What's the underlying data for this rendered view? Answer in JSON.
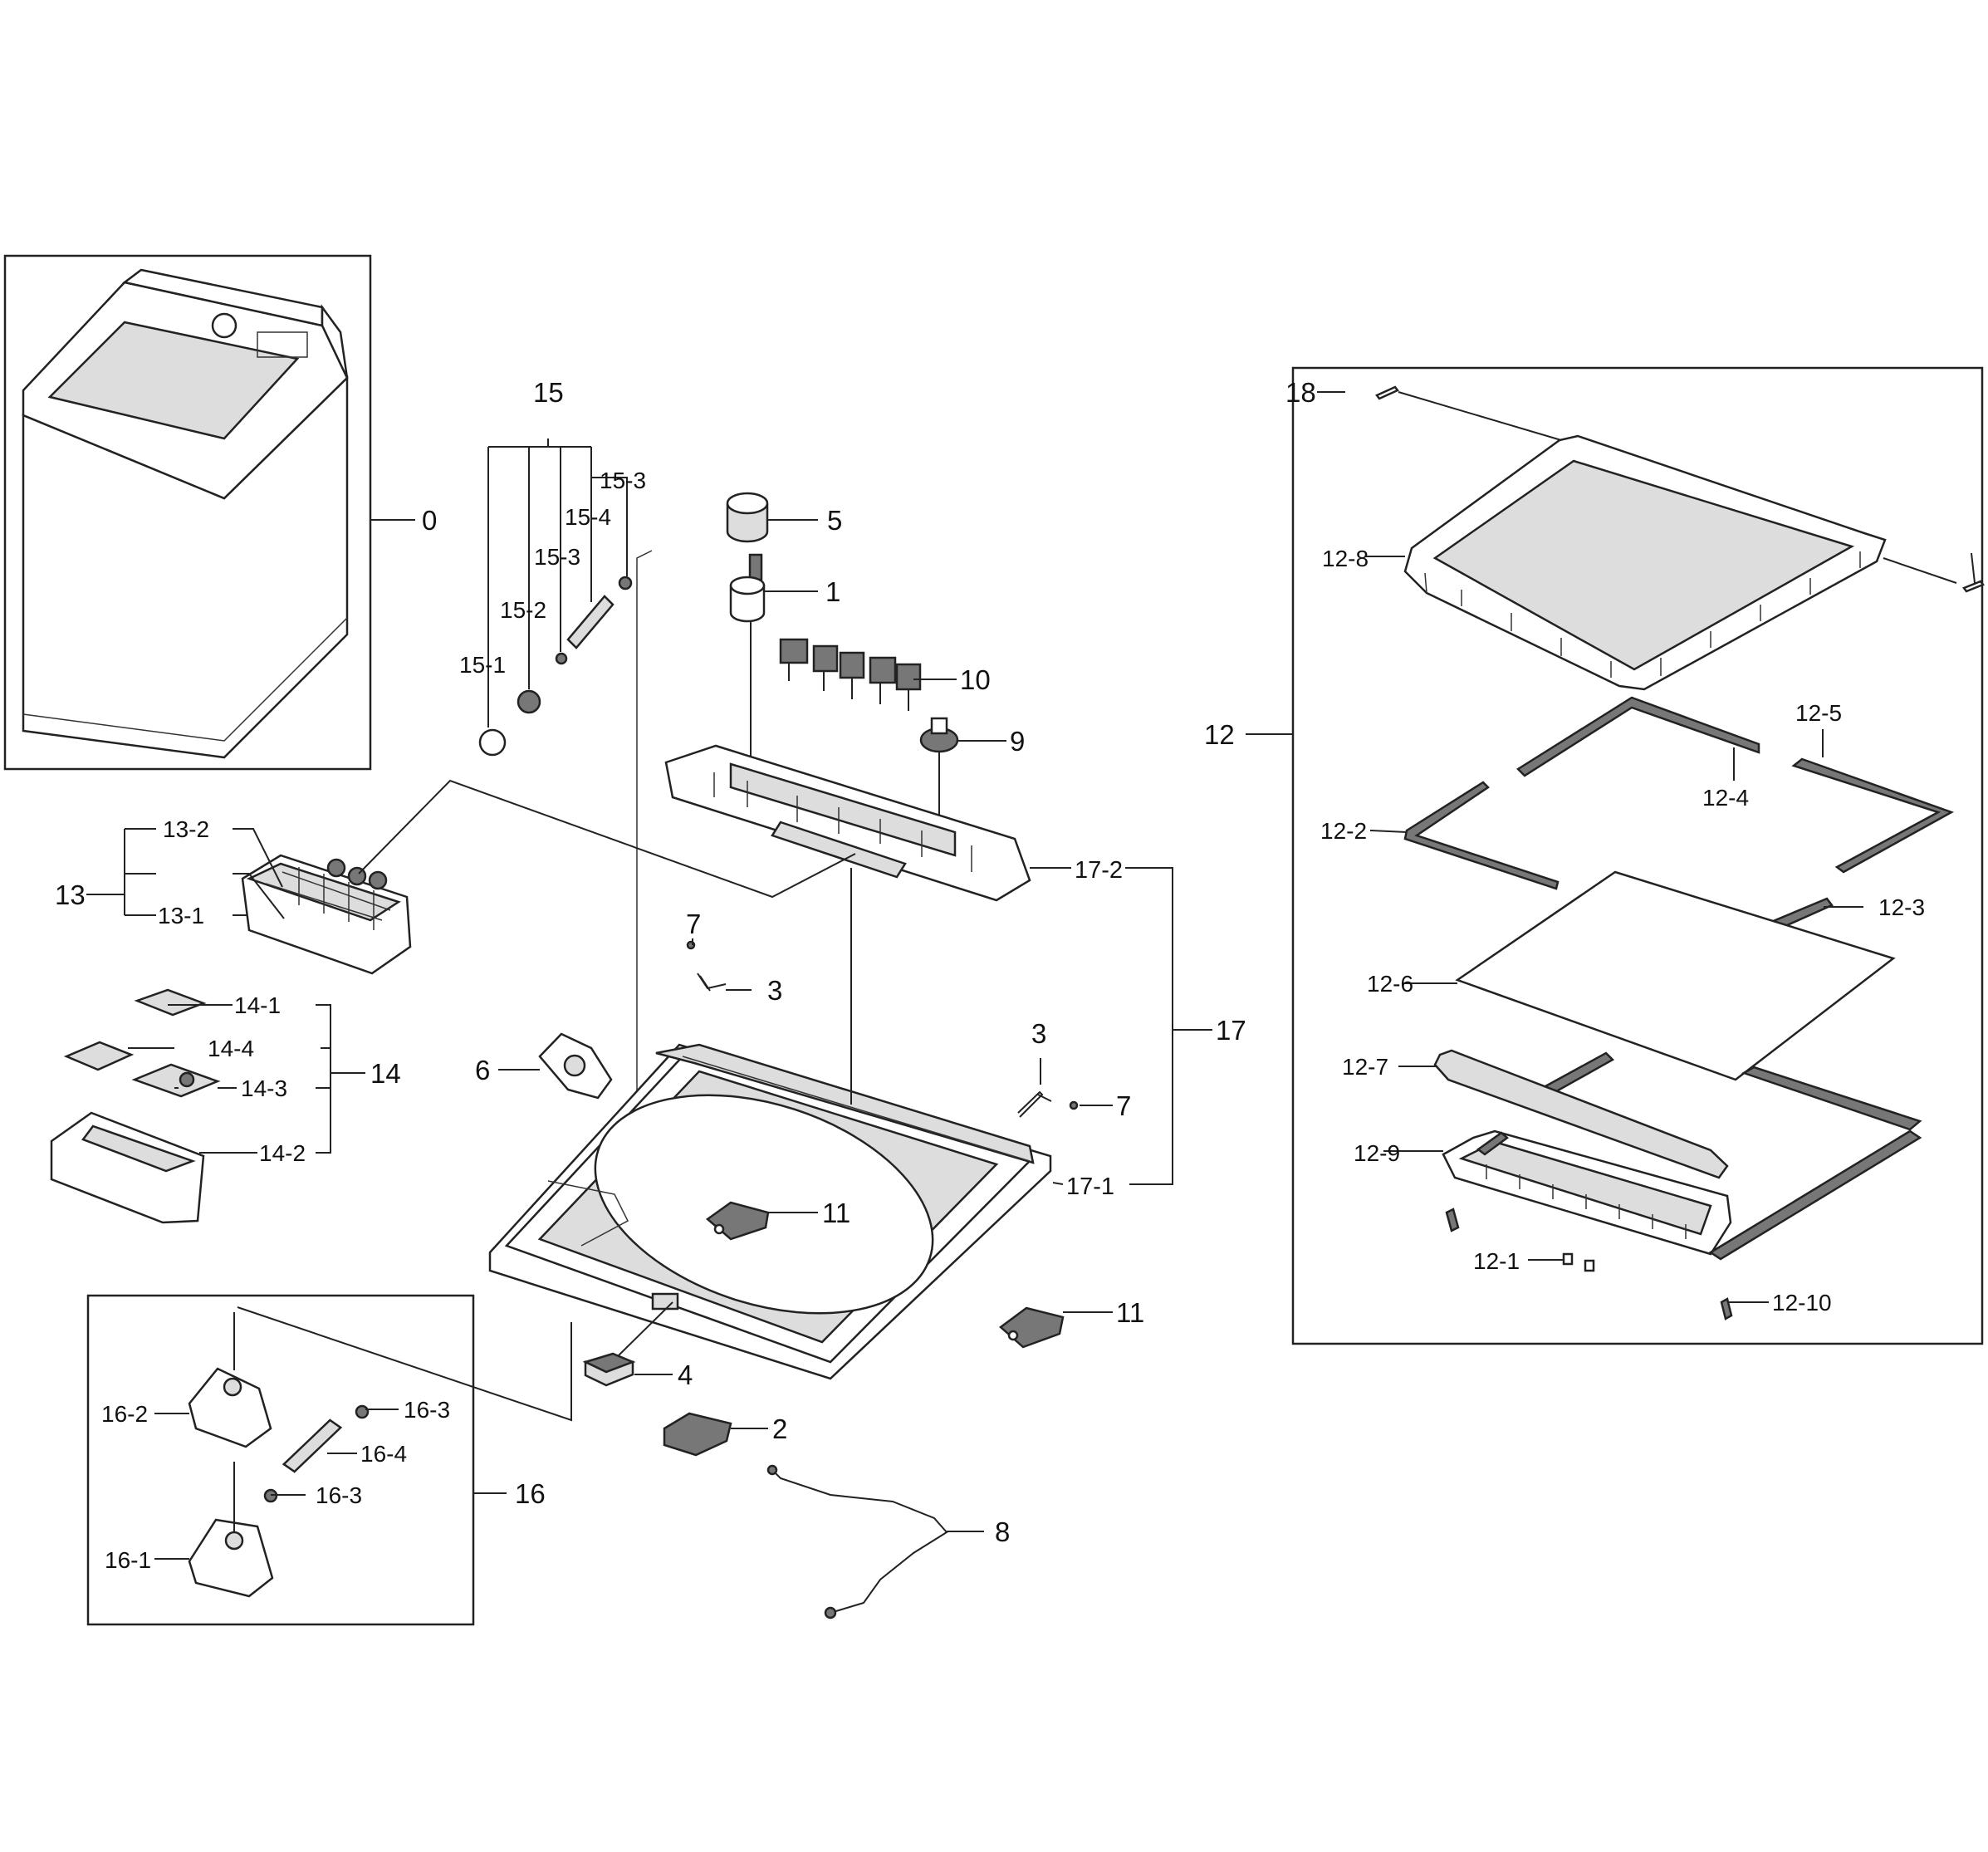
{
  "labels": {
    "l0": "0",
    "l1": "1",
    "l2": "2",
    "l3a": "3",
    "l3b": "3",
    "l4": "4",
    "l5": "5",
    "l6": "6",
    "l7a": "7",
    "l7b": "7",
    "l8": "8",
    "l9": "9",
    "l10": "10",
    "l11a": "11",
    "l11b": "11",
    "l12": "12",
    "l12_1": "12-1",
    "l12_2": "12-2",
    "l12_3": "12-3",
    "l12_4": "12-4",
    "l12_5": "12-5",
    "l12_6": "12-6",
    "l12_7": "12-7",
    "l12_8": "12-8",
    "l12_9": "12-9",
    "l12_10": "12-10",
    "l13": "13",
    "l13_1": "13-1",
    "l13_2": "13-2",
    "l14": "14",
    "l14_1": "14-1",
    "l14_2": "14-2",
    "l14_3": "14-3",
    "l14_4": "14-4",
    "l15": "15",
    "l15_1": "15-1",
    "l15_2": "15-2",
    "l15_3a": "15-3",
    "l15_3b": "15-3",
    "l15_4": "15-4",
    "l16": "16",
    "l16_1": "16-1",
    "l16_2": "16-2",
    "l16_3a": "16-3",
    "l16_3b": "16-3",
    "l16_4": "16-4",
    "l17": "17",
    "l17_1": "17-1",
    "l17_2": "17-2",
    "l18": "18"
  }
}
